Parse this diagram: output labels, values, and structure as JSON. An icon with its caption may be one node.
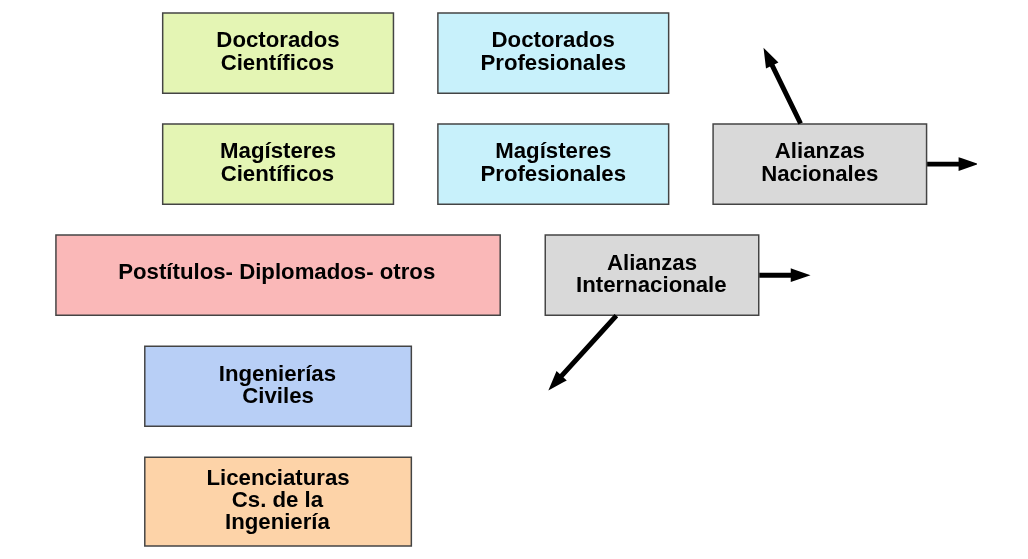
{
  "diagram": {
    "nodes": [
      {
        "text": [
          "Doctorados Científicos"
        ]
      },
      {
        "text": [
          "Doctorados Profesionales"
        ]
      },
      {
        "text": [
          "Magísteres Científicos"
        ]
      },
      {
        "text": [
          "Magísteres Profesionales"
        ]
      },
      {
        "text": [
          "Postítulos- Diplomados- otros"
        ]
      },
      {
        "text": [
          "Ingenierías Civiles"
        ]
      },
      {
        "text": [
          "Licenciaturas Cs. de la Ingeniería"
        ]
      },
      {
        "text": [
          "Alianzas Nacionales"
        ]
      },
      {
        "text": [
          "Alianzas Internacionale"
        ]
      }
    ],
    "edges": [
      {
        "from": 7,
        "to": null,
        "arrow": "to"
      },
      {
        "from": 7,
        "to": null,
        "arrow": "to"
      },
      {
        "from": 8,
        "to": null,
        "arrow": "to"
      },
      {
        "from": 8,
        "to": null,
        "arrow": "to"
      }
    ]
  }
}
